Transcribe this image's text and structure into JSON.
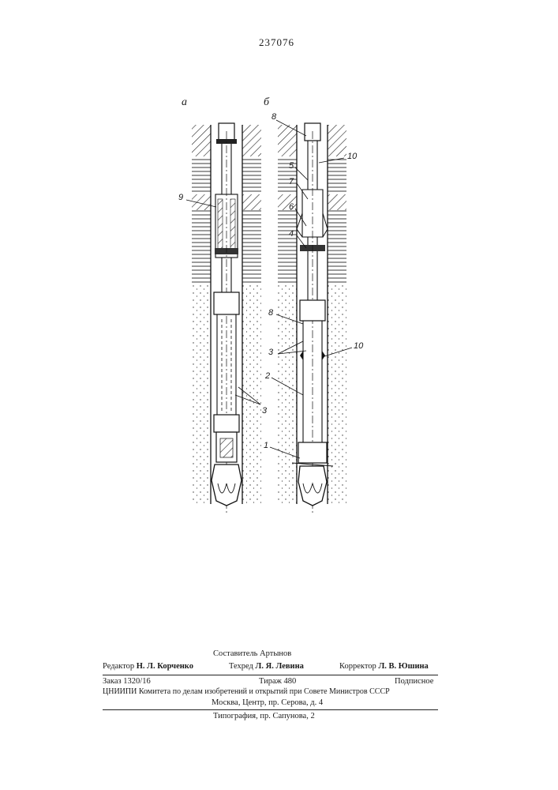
{
  "patent_number": "237076",
  "figures": {
    "a_label": "а",
    "b_label": "б"
  },
  "callouts": {
    "n9": "9",
    "n3a": "3",
    "n8_top": "8",
    "n10_top": "10",
    "n5": "5",
    "n7": "7",
    "n6": "6",
    "n4": "4",
    "n8_mid": "8",
    "n3b": "3",
    "n10_mid": "10",
    "n2": "2",
    "n1": "1"
  },
  "colophon": {
    "compiler": "Составитель Артынов",
    "editor_label": "Редактор",
    "editor_name": "Н. Л. Корченко",
    "techred_label": "Техред",
    "techred_name": "Л. Я. Левина",
    "corrector_label": "Корректор",
    "corrector_name": "Л. В. Юшина",
    "order": "Заказ 1320/16",
    "circulation": "Тираж 480",
    "subscription": "Подписное",
    "institute": "ЦНИИПИ Комитета по делам изобретений и открытий при Совете Министров СССР",
    "address": "Москва, Центр, пр. Серова, д. 4",
    "printing": "Типография, пр. Сапунова, 2"
  }
}
